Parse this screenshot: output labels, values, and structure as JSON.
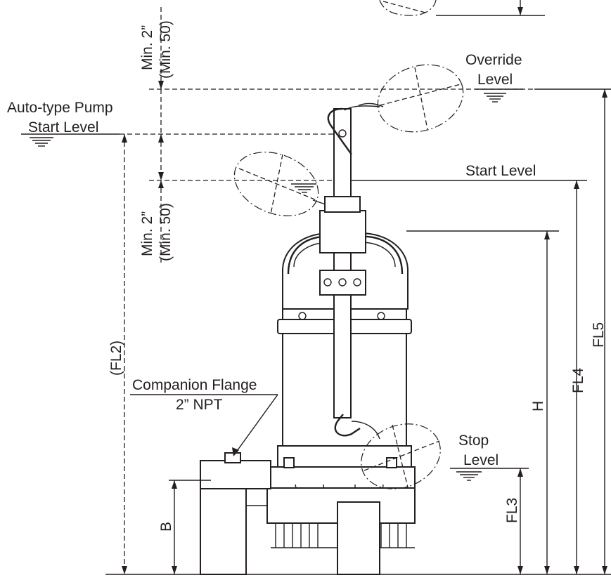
{
  "labels": {
    "override_level_line1": "Override",
    "override_level_line2": "Level",
    "auto_start_line1": "Auto-type Pump",
    "auto_start_line2": "Start Level",
    "start_level": "Start Level",
    "stop_level_line1": "Stop",
    "stop_level_line2": "Level",
    "companion_flange_line1": "Companion Flange",
    "companion_flange_line2": "2” NPT",
    "min_upper_in": "Min. 2”",
    "min_upper_mm": "(Min. 50)",
    "min_lower_in": "Min. 2”",
    "min_lower_mm": "(Min. 50)",
    "dim_fl2": "(FL2)",
    "dim_fl3": "FL3",
    "dim_fl4": "FL4",
    "dim_fl5": "FL5",
    "dim_h": "H",
    "dim_b": "B"
  }
}
